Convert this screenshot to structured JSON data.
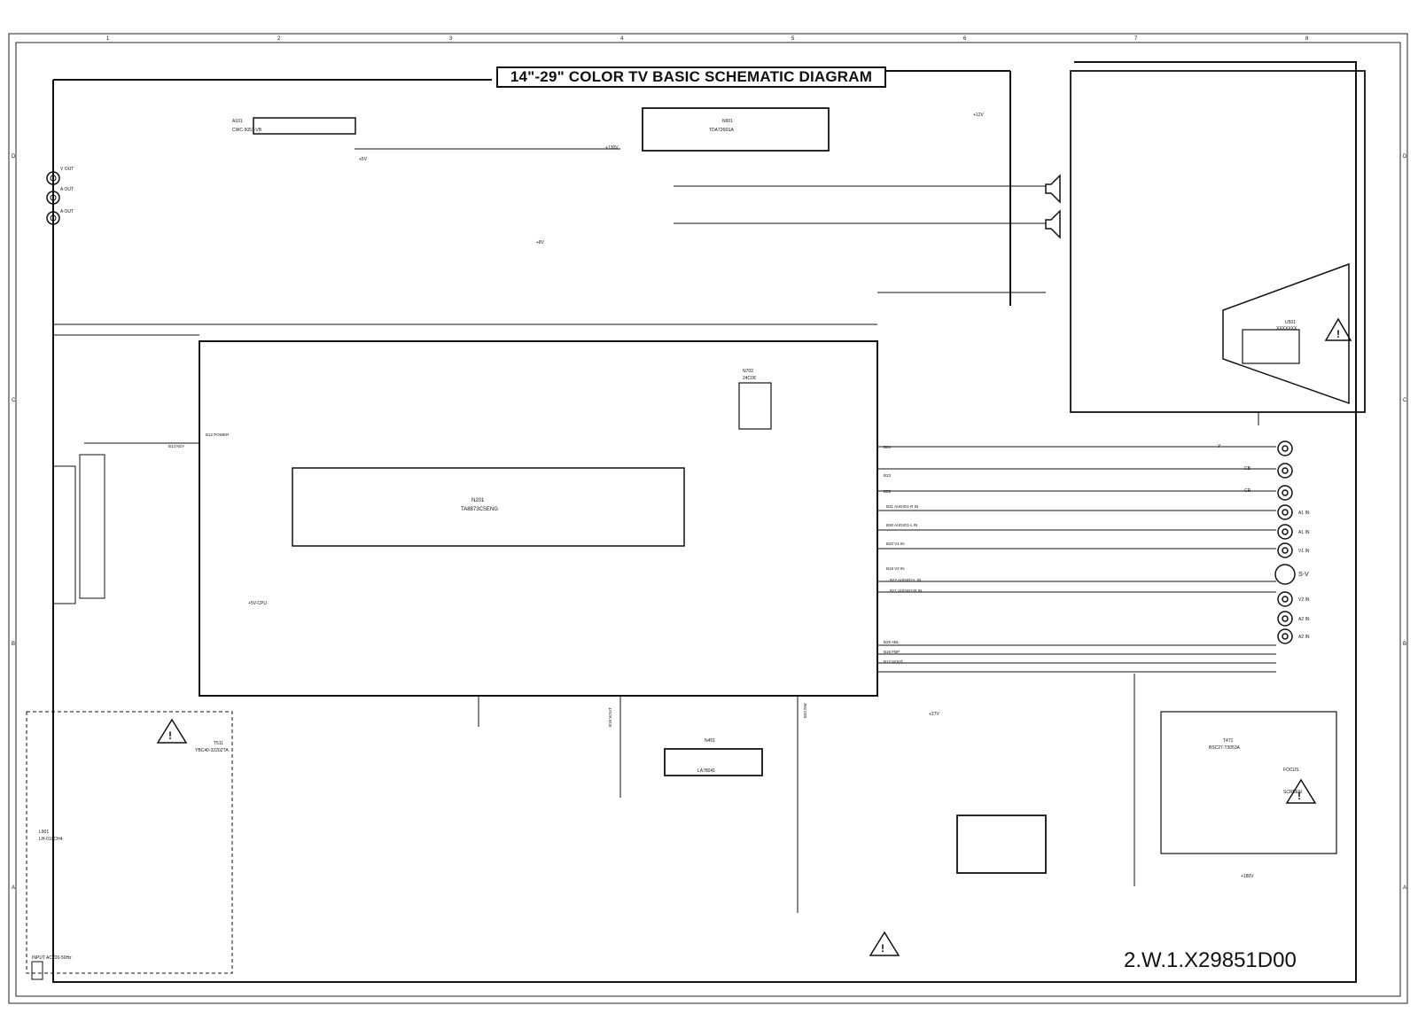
{
  "title": "14\"-29\" COLOR TV BASIC SCHEMATIC DIAGRAM",
  "doc_code": "2.W.1.X29851D00",
  "grid": {
    "columns": [
      "1",
      "2",
      "3",
      "4",
      "5",
      "6",
      "7",
      "8"
    ],
    "rows": [
      "D",
      "C",
      "B",
      "A"
    ]
  },
  "ics": [
    {
      "ref": "N201",
      "part": "TA8873CSENG"
    },
    {
      "ref": "N601",
      "part": "TDA7266SA"
    },
    {
      "ref": "N451",
      "part": "LA78041"
    },
    {
      "ref": "N702",
      "part": "24C08"
    },
    {
      "ref": "U501",
      "part": "XXXXXXX"
    }
  ],
  "modules": [
    {
      "ref": "A101",
      "part": "CWC-5053-VB"
    },
    {
      "ref": "T471",
      "part": "BSC27-T3053A"
    },
    {
      "ref": "T511",
      "part": "YBC40-3220ZTA"
    },
    {
      "ref": "L901",
      "part": "LH-019CH4"
    }
  ],
  "io_jacks": {
    "top_left": [
      "V OUT",
      "A OUT",
      "A OUT"
    ],
    "right": [
      "Y",
      "CB",
      "CR",
      "A1 IN",
      "A1 IN",
      "V1 IN",
      "S-V",
      "V2 IN",
      "A2 IN",
      "A2 IN"
    ]
  },
  "net_labels": [
    "+12V",
    "+130V",
    "+8V",
    "+5V",
    "+27V",
    "+5V-CPU",
    "+180V",
    "FOCUS",
    "SCREEN",
    "INPUT AC220-50Hz"
  ],
  "bus_labels": [
    "B12 POWER",
    "B13 KEY",
    "B24",
    "B23",
    "B25",
    "B31 AUDIO1-R IN",
    "B30 AUDIO1-L IN",
    "B20 V1 IN",
    "B19 V2 IN",
    "B22 AUDIO2-L IN",
    "B21 AUDIO2-R IN",
    "B29 ABL",
    "B16 FBP",
    "B17 HOUT",
    "B18 VOUT",
    "B32 EW"
  ]
}
